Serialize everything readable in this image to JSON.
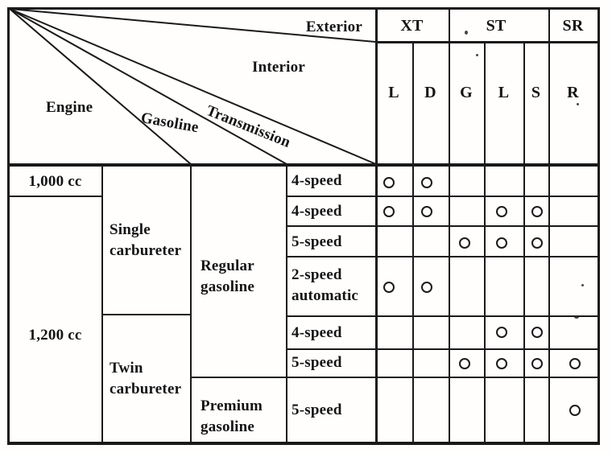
{
  "colors": {
    "ink": "#1a1a1a",
    "paper": "#fffefd"
  },
  "matrix": {
    "corner_labels": {
      "exterior": "Exterior",
      "interior": "Interior",
      "transmission": "Transmission",
      "gasoline": "Gasoline",
      "engine": "Engine"
    },
    "column_groups": [
      {
        "label": "XT",
        "columns": [
          "L",
          "D"
        ]
      },
      {
        "label": "ST",
        "columns": [
          "G",
          "L",
          "S"
        ]
      },
      {
        "label": "SR",
        "columns": [
          "R"
        ]
      }
    ],
    "engine_options": [
      "1,000 cc",
      "1,200 cc"
    ],
    "carbureter_options": [
      "Single carbureter",
      "Twin carbureter"
    ],
    "gasoline_options": [
      "Regular gasoline",
      "Premium gasoline"
    ],
    "rows": [
      {
        "transmission": "4-speed",
        "marks": [
          "XT-L",
          "XT-D"
        ]
      },
      {
        "transmission": "4-speed",
        "marks": [
          "XT-L",
          "XT-D",
          "ST-L",
          "ST-S"
        ]
      },
      {
        "transmission": "5-speed",
        "marks": [
          "ST-G",
          "ST-L",
          "ST-S"
        ]
      },
      {
        "transmission": "2-speed automatic",
        "marks": [
          "XT-L",
          "XT-D"
        ]
      },
      {
        "transmission": "4-speed",
        "marks": [
          "ST-L",
          "ST-S"
        ]
      },
      {
        "transmission": "5-speed",
        "marks": [
          "ST-G",
          "ST-L",
          "ST-S",
          "SR-R"
        ]
      },
      {
        "transmission": "5-speed",
        "marks": [
          "SR-R"
        ]
      }
    ],
    "mark_symbol": "○"
  }
}
